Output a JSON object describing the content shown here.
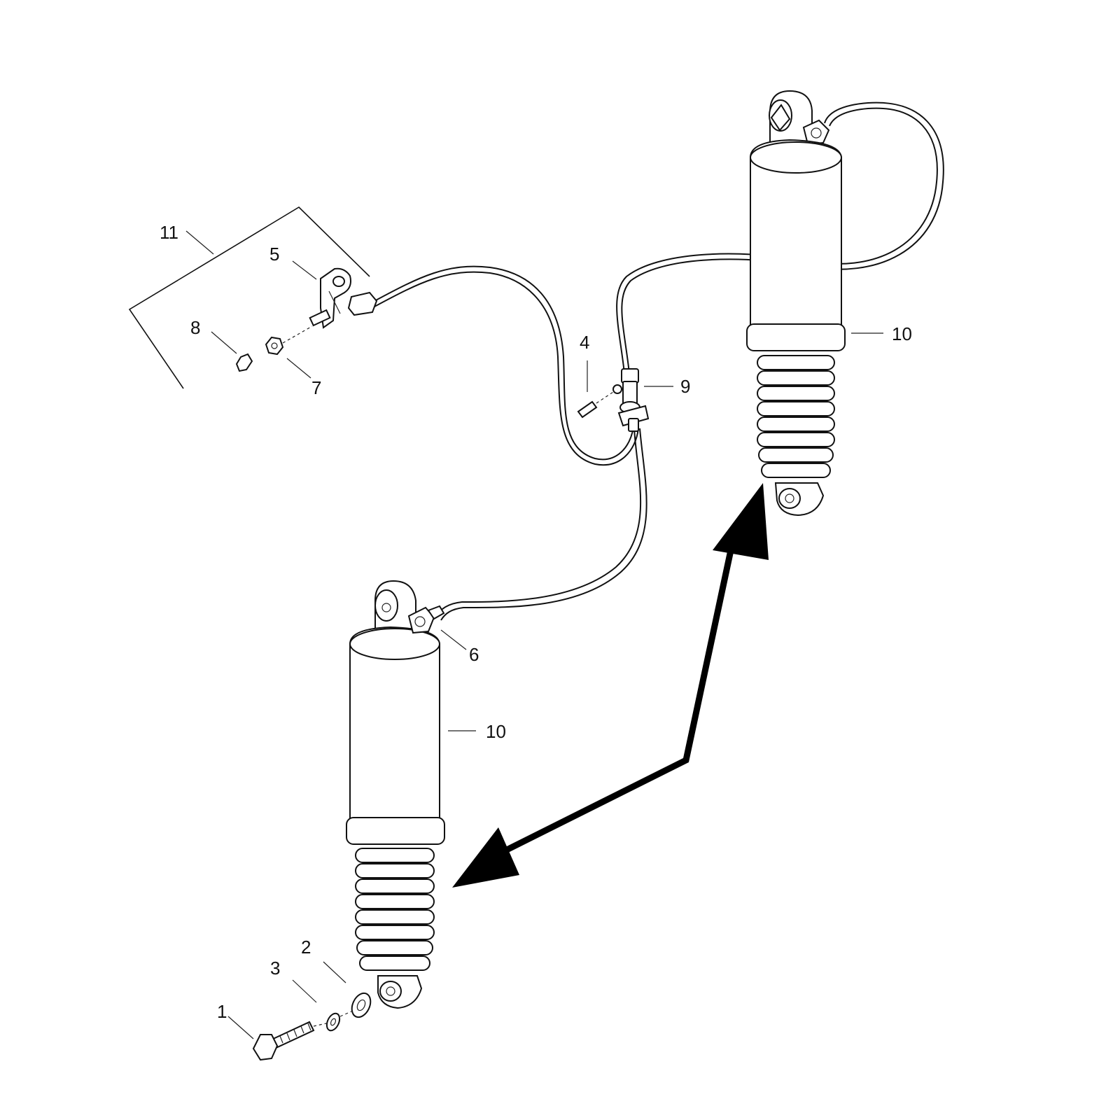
{
  "callouts": {
    "c1": "1",
    "c2": "2",
    "c3": "3",
    "c4": "4",
    "c5": "5",
    "c6": "6",
    "c7": "7",
    "c8": "8",
    "c9": "9",
    "c10_front": "10",
    "c10_rear": "10",
    "c11": "11"
  },
  "parts": [
    {
      "id": "1",
      "name": "bolt-icon"
    },
    {
      "id": "2",
      "name": "washer-icon"
    },
    {
      "id": "3",
      "name": "lock-washer-icon"
    },
    {
      "id": "4",
      "name": "screw-icon"
    },
    {
      "id": "5",
      "name": "bracket-icon"
    },
    {
      "id": "6",
      "name": "hose-fitting-icon"
    },
    {
      "id": "7",
      "name": "nut-icon"
    },
    {
      "id": "8",
      "name": "valve-cap-icon"
    },
    {
      "id": "9",
      "name": "t-fitting-icon"
    },
    {
      "id": "10",
      "name": "shock-absorber-icon"
    },
    {
      "id": "11",
      "name": "valve-kit-bracket-icon"
    }
  ],
  "colors": {
    "line": "#111111",
    "background": "#ffffff",
    "arrow": "#000000"
  }
}
